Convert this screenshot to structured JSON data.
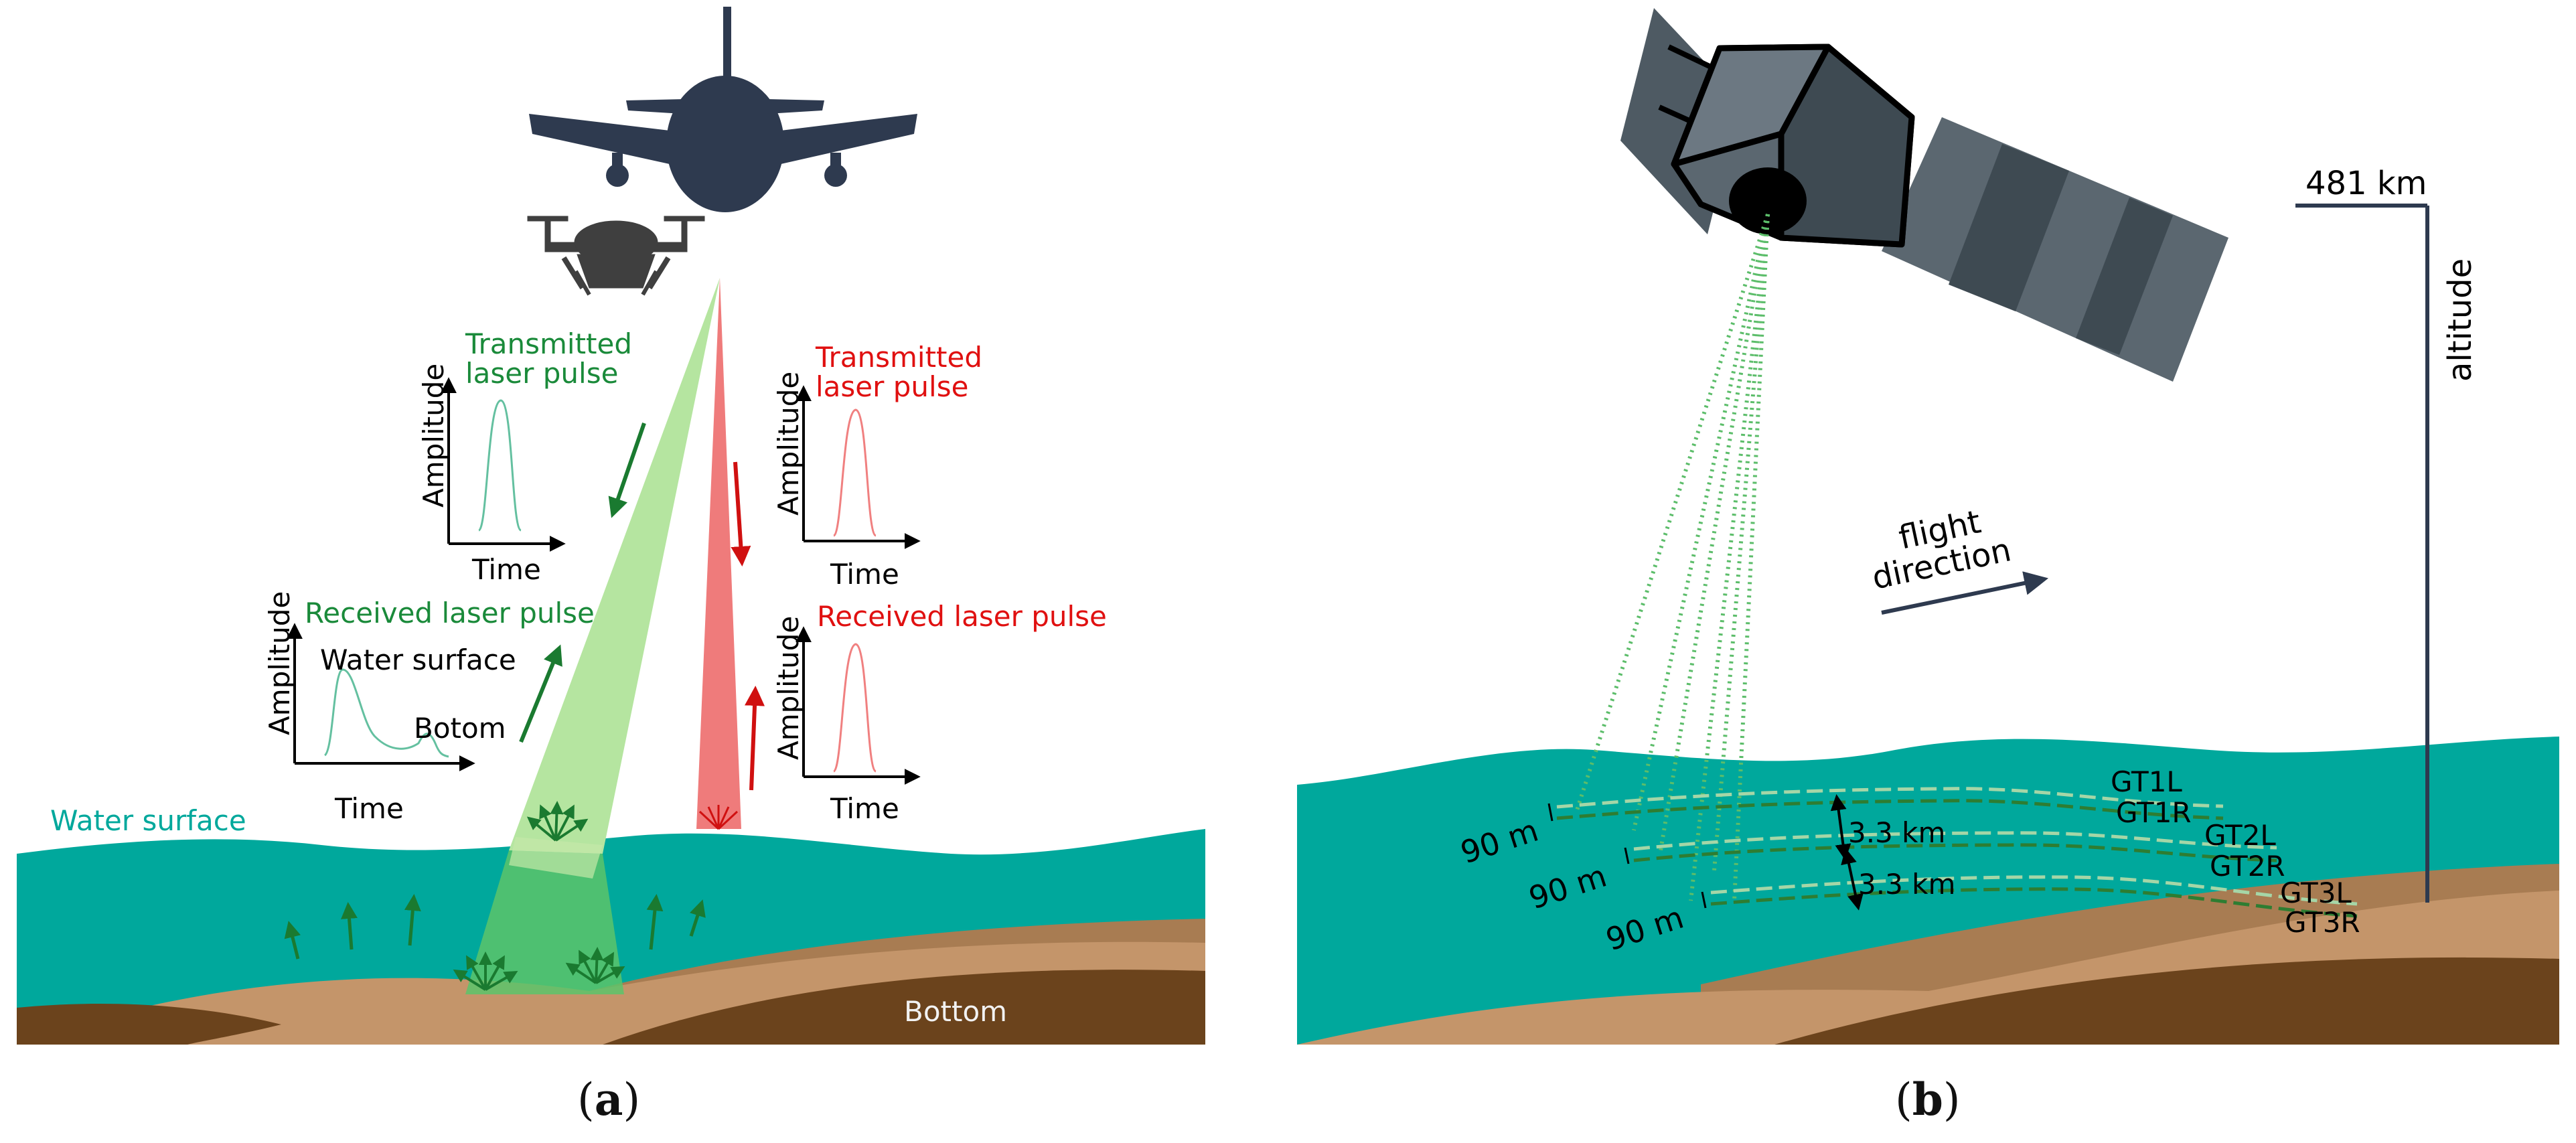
{
  "panel_a": {
    "caption_open": "(",
    "caption_letter": "a",
    "caption_close": ")",
    "water_surface_label": "Water surface",
    "bottom_label": "Bottom",
    "green_transmitted_line1": "Transmitted",
    "green_transmitted_line2": "laser pulse",
    "green_received": "Received laser pulse",
    "red_transmitted_line1": "Transmitted",
    "red_transmitted_line2": "laser pulse",
    "red_received": "Received laser pulse",
    "axis_amplitude": "Amplitude",
    "axis_time": "Time",
    "peak_water_surface": "Water surface",
    "peak_bottom": "Botom"
  },
  "panel_b": {
    "caption_open": "(",
    "caption_letter": "b",
    "caption_close": ")",
    "altitude_value": "481 km",
    "altitude_label": "altitude",
    "flight_line1": "flight",
    "flight_line2": "direction",
    "beam_pair_spacing": "90 m",
    "track_spacing": "3.3 km",
    "tracks": [
      "GT1L",
      "GT1R",
      "GT2L",
      "GT2R",
      "GT3L",
      "GT3R"
    ]
  },
  "colors": {
    "water": "#00a89c",
    "sand_light": "#c4956a",
    "sand_mid": "#a87c52",
    "soil_dark": "#6b431c",
    "green_text": "#1a8a3a",
    "red_text": "#e01010",
    "navy": "#2e3a4f",
    "satellite_gray": "#5b6770"
  }
}
